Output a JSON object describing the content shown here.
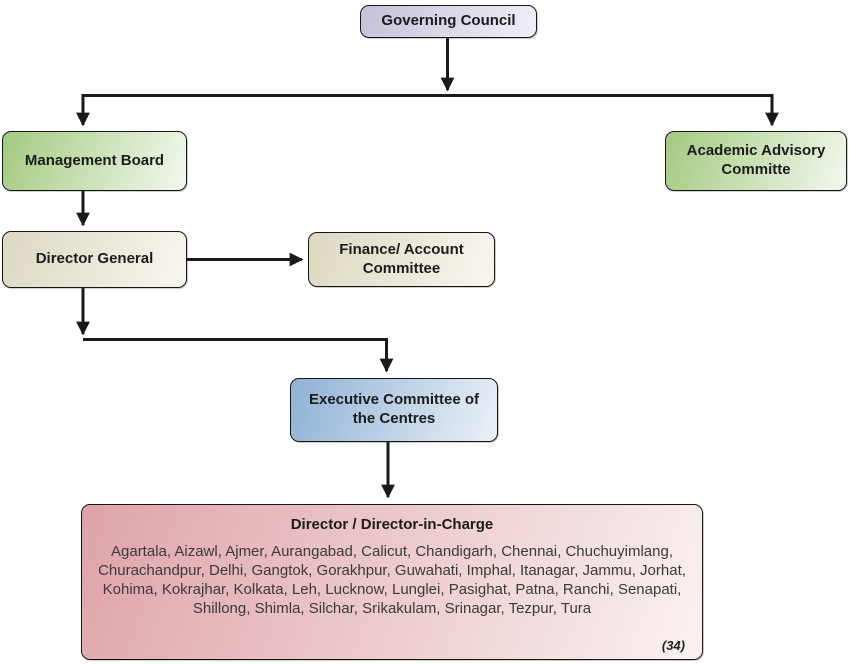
{
  "diagram": {
    "type": "org-chart",
    "nodes": {
      "governing_council": {
        "label": "Governing Council"
      },
      "management_board": {
        "label": "Management Board"
      },
      "academic_advisory": {
        "label": "Academic Advisory Committe"
      },
      "director_general": {
        "label": "Director General"
      },
      "finance_account": {
        "label": "Finance/ Account Committee"
      },
      "executive_committee": {
        "label": "Executive Committee of the Centres"
      },
      "directors": {
        "title": "Director / Director-in-Charge",
        "centres": "Agartala, Aizawl, Ajmer, Aurangabad, Calicut, Chandigarh, Chennai, Chuchuyimlang, Churachandpur, Delhi, Gangtok, Gorakhpur, Guwahati, Imphal, Itanagar, Jammu, Jorhat, Kohima, Kokrajhar, Kolkata, Leh, Lucknow, Lunglei, Pasighat, Patna, Ranchi, Senapati, Shillong, Shimla, Silchar, Srikakulam, Srinagar, Tezpur, Tura",
        "count": "(34)"
      }
    },
    "edges": [
      {
        "from": "governing_council",
        "to": "management_board"
      },
      {
        "from": "governing_council",
        "to": "academic_advisory"
      },
      {
        "from": "management_board",
        "to": "director_general"
      },
      {
        "from": "director_general",
        "to": "finance_account"
      },
      {
        "from": "director_general",
        "to": "executive_committee"
      },
      {
        "from": "executive_committee",
        "to": "directors"
      }
    ],
    "colors": {
      "governing": {
        "from": "#c6c0da",
        "to": "#f1eff7"
      },
      "green": {
        "from": "#a3ca80",
        "to": "#f3f8ee"
      },
      "beige": {
        "from": "#dcd8c1",
        "to": "#f8f6ef"
      },
      "blue": {
        "from": "#8fb1d5",
        "to": "#ebf1f7"
      },
      "pink": {
        "from": "#dfa3a9",
        "to": "#faf2f1"
      },
      "line": "#1a1a1a"
    }
  }
}
